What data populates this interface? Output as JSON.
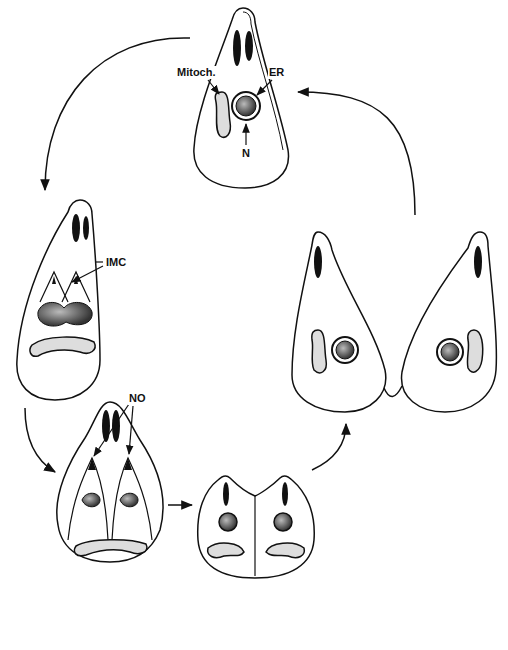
{
  "diagram": {
    "labels": [
      "Mitoch.",
      "ER",
      "N",
      "IMC",
      "NO"
    ]
  }
}
